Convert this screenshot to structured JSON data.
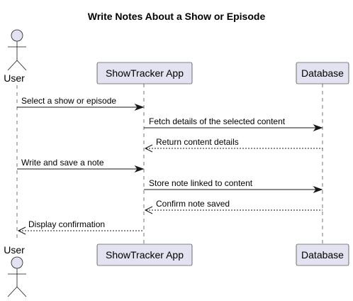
{
  "title": "Write Notes About a Show or Episode",
  "participants": [
    {
      "id": "user",
      "label": "User",
      "kind": "actor"
    },
    {
      "id": "app",
      "label": "ShowTracker App",
      "kind": "participant"
    },
    {
      "id": "db",
      "label": "Database",
      "kind": "participant"
    }
  ],
  "messages": [
    {
      "from": "user",
      "to": "app",
      "label": "Select a show or episode",
      "style": "solid"
    },
    {
      "from": "app",
      "to": "db",
      "label": "Fetch details of the selected content",
      "style": "solid"
    },
    {
      "from": "db",
      "to": "app",
      "label": "Return content details",
      "style": "dashed"
    },
    {
      "from": "user",
      "to": "app",
      "label": "Write and save a note",
      "style": "solid"
    },
    {
      "from": "app",
      "to": "db",
      "label": "Store note linked to content",
      "style": "solid"
    },
    {
      "from": "db",
      "to": "app",
      "label": "Confirm note saved",
      "style": "dashed"
    },
    {
      "from": "app",
      "to": "user",
      "label": "Display confirmation",
      "style": "dashed"
    }
  ],
  "colors": {
    "participant_fill": "#e2e2f0",
    "line": "#181818"
  }
}
